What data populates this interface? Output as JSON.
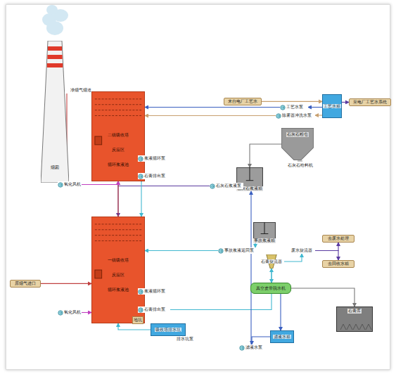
{
  "diagram": {
    "nodes": [
      {
        "text": [
          "烟囱"
        ]
      },
      {
        "text": [
          "净烟气烟道"
        ]
      },
      {
        "text": [
          "二级吸收塔",
          "反应区",
          "循环浆液池"
        ]
      },
      {
        "text": [
          "氧化风机"
        ]
      },
      {
        "text": [
          "浆液循环泵"
        ]
      },
      {
        "text": [
          "石膏排出泵"
        ]
      },
      {
        "text": [
          "来自电厂工艺水"
        ]
      },
      {
        "text": [
          "工艺水泵"
        ]
      },
      {
        "text": [
          "除雾器冲洗水泵"
        ]
      },
      {
        "text": [
          "工艺水箱"
        ]
      },
      {
        "text": [
          "至电厂工艺水系统"
        ]
      },
      {
        "text": [
          "石灰石粉仓"
        ]
      },
      {
        "text": [
          "石灰石浆液箱"
        ]
      },
      {
        "text": [
          "石灰石浆液泵"
        ]
      },
      {
        "text": [
          "原烟气进口"
        ]
      },
      {
        "text": [
          "一级吸收塔",
          "反应区",
          "循环浆液池"
        ]
      },
      {
        "text": [
          "氧化风机"
        ]
      },
      {
        "text": [
          "浆液循环泵"
        ]
      },
      {
        "text": [
          "石膏排出泵"
        ]
      },
      {
        "text": [
          "事故浆液箱"
        ]
      },
      {
        "text": [
          "事故浆液返回泵"
        ]
      },
      {
        "text": [
          "石膏旋流器"
        ]
      },
      {
        "text": [
          "废水旋流器"
        ]
      },
      {
        "text": [
          "去废水处理"
        ]
      },
      {
        "text": [
          "去回收水箱"
        ]
      },
      {
        "text": [
          "真空皮带脱水机"
        ]
      },
      {
        "text": [
          "石膏库"
        ]
      },
      {
        "text": [
          "吸收塔排水坑"
        ]
      },
      {
        "text": [
          "滤液水箱"
        ]
      },
      {
        "text": [
          "滤液水泵"
        ]
      }
    ],
    "edges": [
      {
        "from": 6,
        "to": 9,
        "arrow": "to"
      },
      {
        "from": 9,
        "to": 10,
        "arrow": "to"
      },
      {
        "from": 9,
        "to": 7,
        "arrow": "to"
      },
      {
        "from": 7,
        "to": 2,
        "arrow": "to"
      },
      {
        "from": 9,
        "to": 8,
        "arrow": "to"
      },
      {
        "from": 8,
        "to": 2,
        "arrow": "to"
      },
      {
        "from": 11,
        "to": 12,
        "arrow": "to"
      },
      {
        "from": 12,
        "to": 13,
        "arrow": "to"
      },
      {
        "from": 13,
        "to": 2,
        "arrow": "to"
      },
      {
        "from": 13,
        "to": 15,
        "arrow": "to"
      },
      {
        "from": 14,
        "to": 15,
        "arrow": "to"
      },
      {
        "from": 15,
        "to": 2,
        "arrow": "to"
      },
      {
        "from": 2,
        "to": 1,
        "arrow": "to"
      },
      {
        "from": 1,
        "to": 0,
        "arrow": "to"
      },
      {
        "from": 3,
        "to": 2,
        "arrow": "to"
      },
      {
        "from": 16,
        "to": 15,
        "arrow": "to"
      },
      {
        "from": 4,
        "to": 2,
        "arrow": "to"
      },
      {
        "from": 17,
        "to": 15,
        "arrow": "to"
      },
      {
        "from": 5,
        "to": 15,
        "arrow": "to"
      },
      {
        "from": 18,
        "to": 21,
        "arrow": "to"
      },
      {
        "from": 21,
        "to": 25,
        "arrow": "to"
      },
      {
        "from": 21,
        "to": 22,
        "arrow": "to"
      },
      {
        "from": 22,
        "to": 23,
        "arrow": "to"
      },
      {
        "from": 22,
        "to": 24,
        "arrow": "to"
      },
      {
        "from": 25,
        "to": 26,
        "arrow": "to"
      },
      {
        "from": 25,
        "to": 28,
        "arrow": "to"
      },
      {
        "from": 28,
        "to": 29,
        "arrow": "to"
      },
      {
        "from": 29,
        "to": 12,
        "arrow": "to"
      },
      {
        "from": 27,
        "to": 15,
        "arrow": "to"
      },
      {
        "from": 19,
        "to": 20,
        "arrow": "to"
      },
      {
        "from": 20,
        "to": 15,
        "arrow": "to"
      }
    ],
    "labels": [
      "石灰石给料机",
      "排水坑泵",
      "地坑"
    ]
  }
}
